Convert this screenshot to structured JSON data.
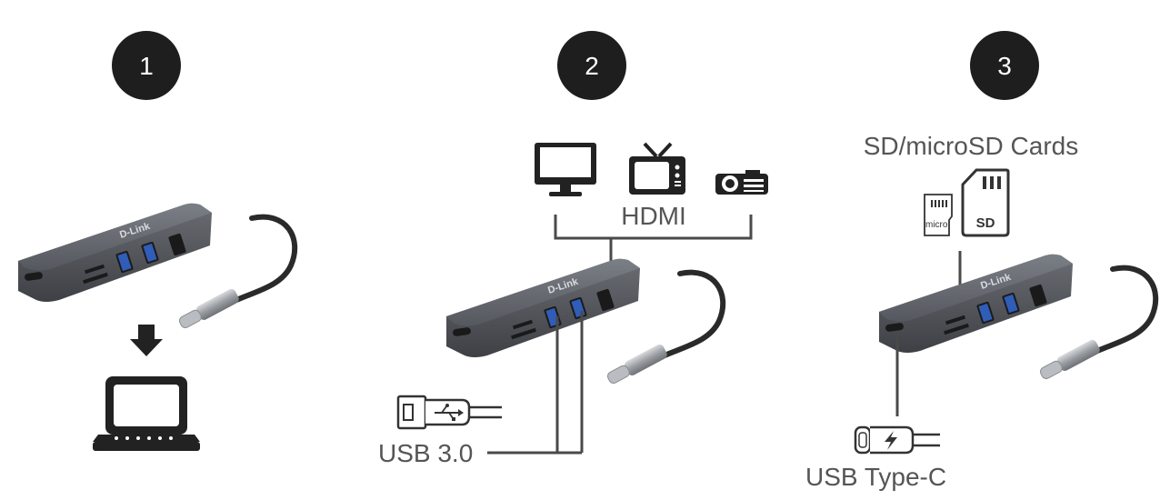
{
  "steps": [
    {
      "number": "1"
    },
    {
      "number": "2",
      "label": "HDMI",
      "port_label": "USB 3.0"
    },
    {
      "number": "3",
      "label": "SD/microSD Cards",
      "port_label": "USB Type-C"
    }
  ],
  "hub_brand": "D-Link",
  "card_labels": {
    "micro": "micro",
    "sd": "SD"
  },
  "icons": [
    "arrow-down-icon",
    "laptop-icon",
    "monitor-icon",
    "tv-icon",
    "projector-icon",
    "usb-a-plug-icon",
    "usb-c-plug-icon",
    "microsd-card-icon",
    "sd-card-icon"
  ],
  "colors": {
    "badge": "#1e1e1e",
    "text": "#555555",
    "line": "#4a4a4a",
    "hub": "#5f6268"
  }
}
